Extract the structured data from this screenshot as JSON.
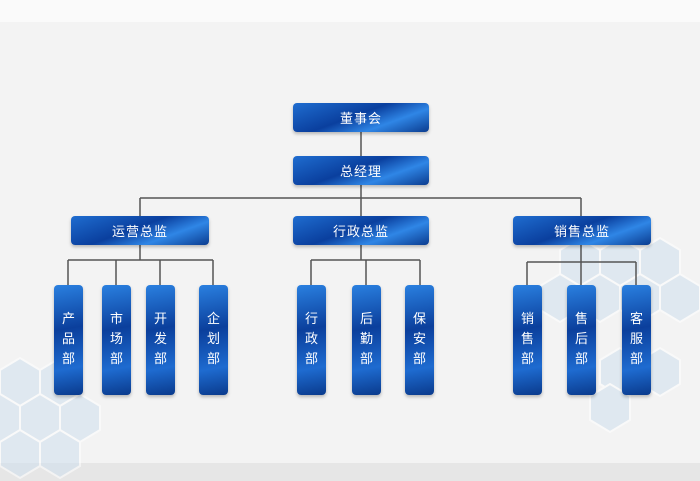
{
  "colors": {
    "box_dark": "#0a3f9e",
    "box_light": "#2f86e6",
    "line": "#555555",
    "hex_decor": "#c9dcec"
  },
  "chart": {
    "root": "董事会",
    "ceo": "总经理",
    "directors": [
      {
        "title": "运营总监",
        "departments": [
          "产品部",
          "市场部",
          "开发部",
          "企划部"
        ]
      },
      {
        "title": "行政总监",
        "departments": [
          "行政部",
          "后勤部",
          "保安部"
        ]
      },
      {
        "title": "销售总监",
        "departments": [
          "销售部",
          "售后部",
          "客服部"
        ]
      }
    ]
  }
}
